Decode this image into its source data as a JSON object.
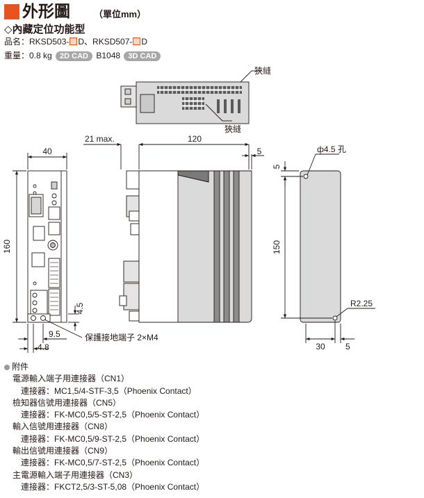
{
  "header": {
    "title": "外形圖",
    "title_unit": "（單位mm）",
    "subtitle": "◇內藏定位功能型"
  },
  "product": {
    "label": "品名：",
    "model_a": "RKSD503-",
    "separator": "D、",
    "model_b": "RKSD507-",
    "suffix": "D"
  },
  "weight": {
    "label": "重量：0.8 kg",
    "cad2d": "2D CAD",
    "code": "B1048",
    "cad3d": "3D CAD"
  },
  "labels": {
    "slit_top": "狹縫",
    "slit_bottom": "狹縫",
    "ground_terminal": "保護接地端子 2×M4",
    "hole": "ф4.5 孔",
    "radius": "R2.25"
  },
  "dimensions": {
    "width_front": "40",
    "height_front": "160",
    "d_9_5": "9.5",
    "d_4_8": "4.8",
    "d_4_5": "4.5",
    "d_21max": "21 max.",
    "d_120": "120",
    "d_5_side": "5",
    "d_5_top": "5",
    "d_150": "150",
    "d_30": "30",
    "d_5_bottom": "5"
  },
  "accessories": {
    "heading": "附件",
    "items": [
      {
        "name": "電源輸入端子用連接器（CN1）",
        "part": "連接器：MC1,5/4-STF-3,5（Phoenix Contact）"
      },
      {
        "name": "檢知器信號用連接器（CN5）",
        "part": "連接器：FK-MC0,5/5-ST-2,5（Phoenix Contact）"
      },
      {
        "name": "輸入信號用連接器（CN8）",
        "part": "連接器：FK-MC0,5/9-ST-2,5（Phoenix Contact）"
      },
      {
        "name": "輸出信號用連接器（CN9）",
        "part": "連接器：FK-MC0,5/7-ST-2,5（Phoenix Contact）"
      },
      {
        "name": "主電源輸入端子用連接器（CN3）",
        "part": "連接器：FKCT2,5/3-ST-5,08（Phoenix Contact）"
      }
    ]
  },
  "colors": {
    "accent": "#e8541e",
    "line": "#231815",
    "body_gray": "#dadada",
    "dark_gray": "#8c8c8c",
    "pill_gray": "#a7a7a7"
  }
}
